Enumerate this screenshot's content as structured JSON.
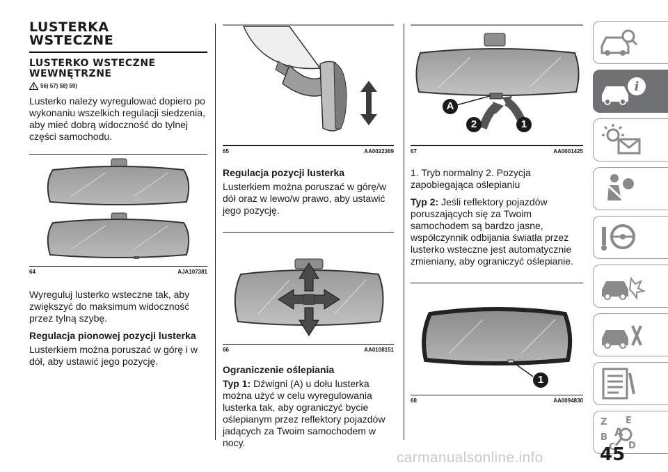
{
  "col1": {
    "title_line1": "LUSTERKA",
    "title_line2": "WSTECZNE",
    "subtitle_line1": "LUSTERKO WSTECZNE",
    "subtitle_line2": "WEWNĘTRZNE",
    "warning_refs": "56) 57) 58) 59)",
    "intro": "Lusterko należy wyregulować dopiero po wykonaniu wszelkich regulacji siedzenia, aby mieć dobrą widoczność do tylnej części samochodu.",
    "fig_num": "64",
    "fig_code": "AJA107381",
    "text_after_fig": "Wyreguluj lusterko wsteczne tak, aby zwiększyć do maksimum widoczność przez tylną szybę.",
    "heading2": "Regulacja pionowej pozycji lusterka",
    "text2": "Lusterkiem można poruszać w górę i w dół, aby ustawić jego pozycję."
  },
  "col2": {
    "fig1_num": "65",
    "fig1_code": "AA0022369",
    "heading1": "Regulacja pozycji lusterka",
    "text1": "Lusterkiem można poruszać w górę/w dół oraz w lewo/w prawo, aby ustawić jego pozycję.",
    "fig2_num": "66",
    "fig2_code": "AA0108151",
    "heading2": "Ograniczenie oślepiania",
    "typ1_label": "Typ 1:",
    "typ1_text": "Dźwigni (A) u dołu lusterka można użyć w celu wyregulowania lusterka tak, aby ograniczyć bycie oślepianym przez reflektory pojazdów jadących za Twoim samochodem w nocy."
  },
  "col3": {
    "fig1_num": "67",
    "fig1_code": "AA0001425",
    "callout_a": "A",
    "callout_1": "1",
    "callout_2": "2",
    "text1": "1. Tryb normalny 2. Pozycja zapobiegająca oślepianiu",
    "typ2_label": "Typ 2:",
    "typ2_text": "Jeśli reflektory pojazdów poruszających się za Twoim samochodem są bardzo jasne, współczynnik odbijania światła przez lusterko wsteczne jest automatycznie zmieniany, aby ograniczyć oślepianie.",
    "fig2_num": "68",
    "fig2_code": "AA0094830",
    "fig2_callout": "1"
  },
  "sidebar": {
    "tabs": [
      "car-search-icon",
      "car-info-icon",
      "warning-lights-icon",
      "airbag-seatbelt-icon",
      "steering-key-icon",
      "car-crash-icon",
      "car-service-icon",
      "checklist-icon",
      "index-abc-icon"
    ],
    "active_index": 1
  },
  "page_number": "45",
  "watermark": "carmanualsonline.info",
  "colors": {
    "tab_active": "#6f7173",
    "callout": "#1a1a1a",
    "arrow_fill": "#555555"
  }
}
